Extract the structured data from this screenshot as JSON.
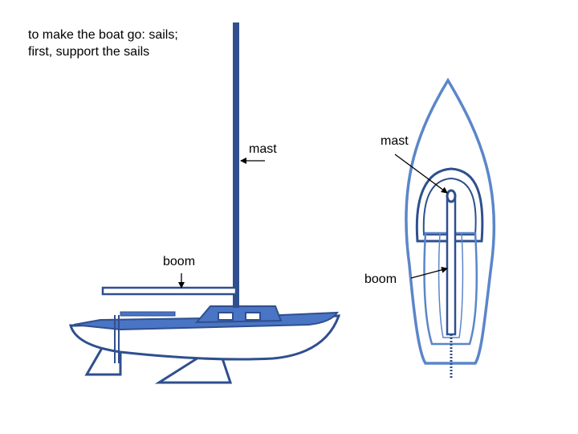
{
  "caption": {
    "line1": "to make the boat go: sails;",
    "line2": "first, support the sails"
  },
  "side_view": {
    "mast_label": "mast",
    "boom_label": "boom"
  },
  "top_view": {
    "mast_label": "mast",
    "boom_label": "boom"
  },
  "colors": {
    "hull_blue": "#4a74c4",
    "dark_blue": "#2f4f8f",
    "light_blue": "#5b86c9"
  }
}
